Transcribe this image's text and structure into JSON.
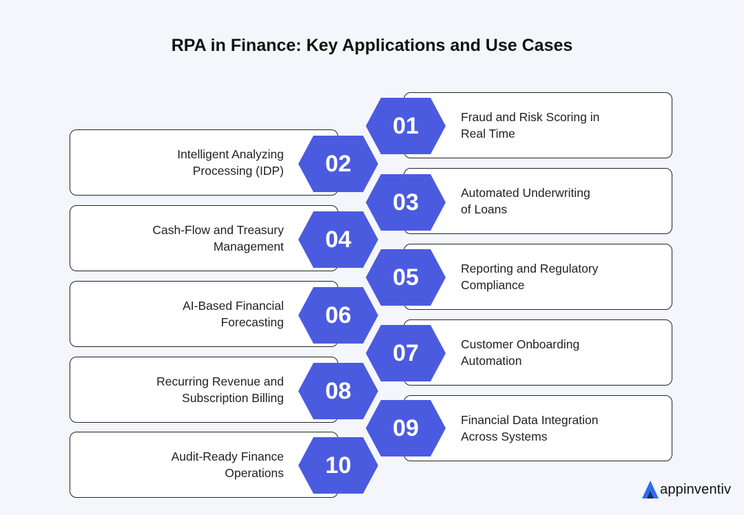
{
  "title": "RPA in Finance: Key Applications and Use Cases",
  "accent_color": "#4b5be0",
  "items": [
    {
      "num": "01",
      "label": "Fraud and Risk Scoring in Real Time"
    },
    {
      "num": "02",
      "label": "Intelligent Analyzing Processing (IDP)"
    },
    {
      "num": "03",
      "label": "Automated Underwriting of Loans"
    },
    {
      "num": "04",
      "label": "Cash-Flow and Treasury Management"
    },
    {
      "num": "05",
      "label": "Reporting and Regulatory Compliance"
    },
    {
      "num": "06",
      "label": "AI-Based Financial Forecasting"
    },
    {
      "num": "07",
      "label": "Customer Onboarding Automation"
    },
    {
      "num": "08",
      "label": "Recurring Revenue and Subscription Billing"
    },
    {
      "num": "09",
      "label": "Financial Data Integration Across Systems"
    },
    {
      "num": "10",
      "label": "Audit-Ready Finance Operations"
    }
  ],
  "brand": {
    "name": "appinventiv",
    "icon": "appinventiv-logo-icon"
  }
}
